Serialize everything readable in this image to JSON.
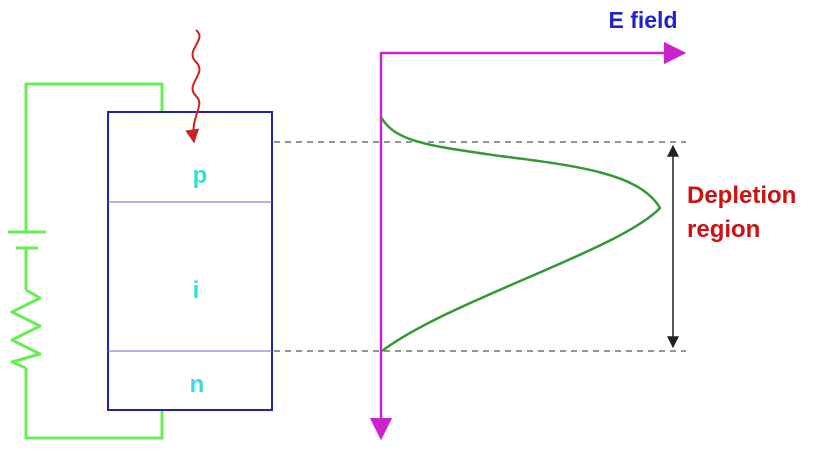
{
  "axis": {
    "x_label": "E field",
    "color": "#cc22cc"
  },
  "layers": [
    {
      "key": "p",
      "label": "p"
    },
    {
      "key": "i",
      "label": "i"
    },
    {
      "key": "n",
      "label": "n"
    }
  ],
  "depletion": {
    "label_line1": "Depletion",
    "label_line2": "region",
    "color": "#cc1111"
  },
  "colors": {
    "wire": "#66ee55",
    "device_outline": "#2222aa",
    "layer_label": "#33dddd",
    "field_curve": "#339933",
    "photon": "#cc2222",
    "axis_label": "#2222cc",
    "guide_line": "#555555"
  },
  "icons": {
    "battery": "battery-icon",
    "resistor": "resistor-icon",
    "photon": "photon-arrow-icon"
  }
}
